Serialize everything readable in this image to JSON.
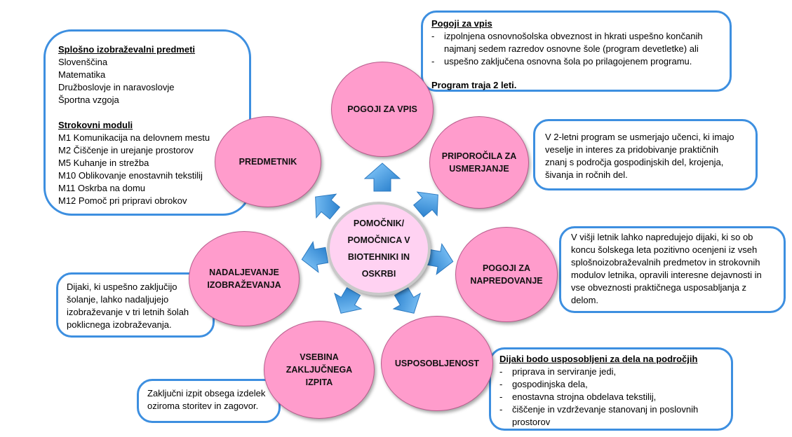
{
  "center": {
    "label": "POMOČNIK/ POMOČNICA V BIOTEHNIKI IN OSKRBI"
  },
  "nodes": {
    "pogoji_za_vpis": "POGOJI ZA VPIS",
    "priporocila": "PRIPOROČILA ZA USMERJANJE",
    "napredovanje": "POGOJI ZA NAPREDOVANJE",
    "usposobljenost": "USPOSOBLJENOST",
    "vsebina": "VSEBINA ZAKLJUČNEGA IZPITA",
    "nadaljevanje": "NADALJEVANJE IZOBRAŽEVANJA",
    "predmetnik": "PREDMETNIK"
  },
  "boxes": {
    "pogoji_za_vpis": {
      "title": "Pogoji  za vpis",
      "items": [
        "izpolnjena osnovnošolska obveznost in hkrati uspešno končanih najmanj sedem razredov osnovne šole (program devetletke) ali",
        "uspešno zaključena osnovna šola po prilagojenem programu."
      ],
      "footer": "Program traja 2 leti."
    },
    "predmetnik": {
      "title1": "Splošno izobraževalni predmeti",
      "subjects": [
        "Slovenščina",
        "Matematika",
        "Družboslovje in naravoslovje",
        "Športna vzgoja"
      ],
      "title2": "Strokovni moduli",
      "modules": [
        "M1  Komunikacija na delovnem mestu",
        "M2  Čiščenje in urejanje prostorov",
        "M5  Kuhanje in strežba",
        "M10  Oblikovanje enostavnih tekstilij",
        "M11  Oskrba na domu",
        "M12  Pomoč pri pripravi obrokov"
      ]
    },
    "priporocila": {
      "lines": [
        "V 2-letni program se usmerjajo učenci, ki imajo",
        "veselje in interes za pridobivanje praktičnih",
        "znanj s  področja gospodinjskih del, krojenja,",
        "šivanja in ročnih del."
      ]
    },
    "napredovanje": {
      "lines": [
        "V višji letnik lahko napredujejo dijaki, ki so ob",
        "koncu šolskega leta pozitivno ocenjeni iz vseh",
        "splošnoizobraževalnih predmetov in strokovnih",
        "modulov letnika, opravili  interesne dejavnosti in",
        "vse obveznosti praktičnega usposabljanja z",
        "delom."
      ]
    },
    "nadaljevanje": {
      "lines": [
        "Dijaki, ki uspešno zaključijo",
        "šolanje, lahko nadaljujejo",
        "izobraževanje v tri letnih šolah",
        "poklicnega izobraževanja."
      ]
    },
    "vsebina": {
      "lines": [
        "Zaključni izpit obsega izdelek",
        "oziroma storitev in zagovor."
      ]
    },
    "usposobljenost": {
      "title": "Dijaki bodo usposobljeni za dela na področjih",
      "items": [
        "priprava in serviranje jedi,",
        "gospodinjska dela,",
        "enostavna strojna obdelava tekstilij,",
        "čiščenje in vzdrževanje stanovanj in poslovnih prostorov"
      ]
    }
  },
  "colors": {
    "box_border": "#3d8fe0",
    "node_fill": "#ff9ccc",
    "center_fill": "#ffd2f2",
    "arrow_fill": "#3f9de6"
  }
}
